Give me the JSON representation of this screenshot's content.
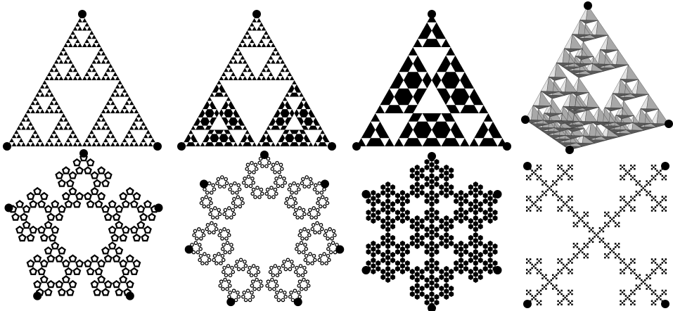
{
  "colors": {
    "background": "#ffffff",
    "fractal": "#000000",
    "vertex_marker": "#000000",
    "tetra_light": "#e2e2e2",
    "tetra_mid": "#a8a8a8",
    "tetra_dark": "#5a5a5a"
  },
  "panels": [
    {
      "name": "sierpinski-triangle-depth5",
      "kind": "sierpinski-triangle",
      "iterations": 5
    },
    {
      "name": "sierpinski-triangle-variant",
      "kind": "triangle-variant",
      "iterations": 4
    },
    {
      "name": "sierpinski-triangle-dense",
      "kind": "triangle-dense",
      "iterations": 3
    },
    {
      "name": "sierpinski-tetrahedron",
      "kind": "sierpinski-tetrahedron",
      "iterations": 3
    },
    {
      "name": "sierpinski-pentagon",
      "kind": "pentaflake",
      "iterations": 3
    },
    {
      "name": "sierpinski-heptagon",
      "kind": "n-flake",
      "sides": 7,
      "iterations": 3
    },
    {
      "name": "hexaflake",
      "kind": "hexaflake",
      "iterations": 3
    },
    {
      "name": "vicsek-cross",
      "kind": "vicsek-saltire",
      "iterations": 4
    }
  ]
}
